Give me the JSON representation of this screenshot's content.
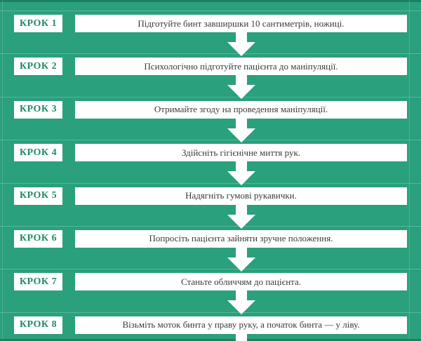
{
  "flowchart": {
    "description": "bandaging-procedure-steps",
    "colors": {
      "background": "#2aa07d",
      "edge": "#1d8160",
      "divider": "rgba(255,255,255,0.22)",
      "box_background": "#ffffff",
      "label_text": "#218a68",
      "body_text": "#3a3a3a",
      "arrow": "#ffffff"
    },
    "steps": [
      {
        "label": "КРОК 1",
        "text": "Підготуйте бинт завширшки 10 сантиметрів, ножиці."
      },
      {
        "label": "КРОК 2",
        "text": "Психологічно підготуйте пацієнта до маніпуляції."
      },
      {
        "label": "КРОК 3",
        "text": "Отримайте згоду на проведення маніпуляції."
      },
      {
        "label": "КРОК 4",
        "text": "Здійсніть гігієнічне миття рук."
      },
      {
        "label": "КРОК 5",
        "text": "Надягніть гумові рукавички."
      },
      {
        "label": "КРОК 6",
        "text": "Попросіть пацієнта зайняти зручне положення."
      },
      {
        "label": "КРОК 7",
        "text": "Станьте обличчям до пацієнта."
      },
      {
        "label": "КРОК 8",
        "text": "Візьміть моток бинта у праву руку, а початок бинта — у ліву."
      }
    ]
  }
}
